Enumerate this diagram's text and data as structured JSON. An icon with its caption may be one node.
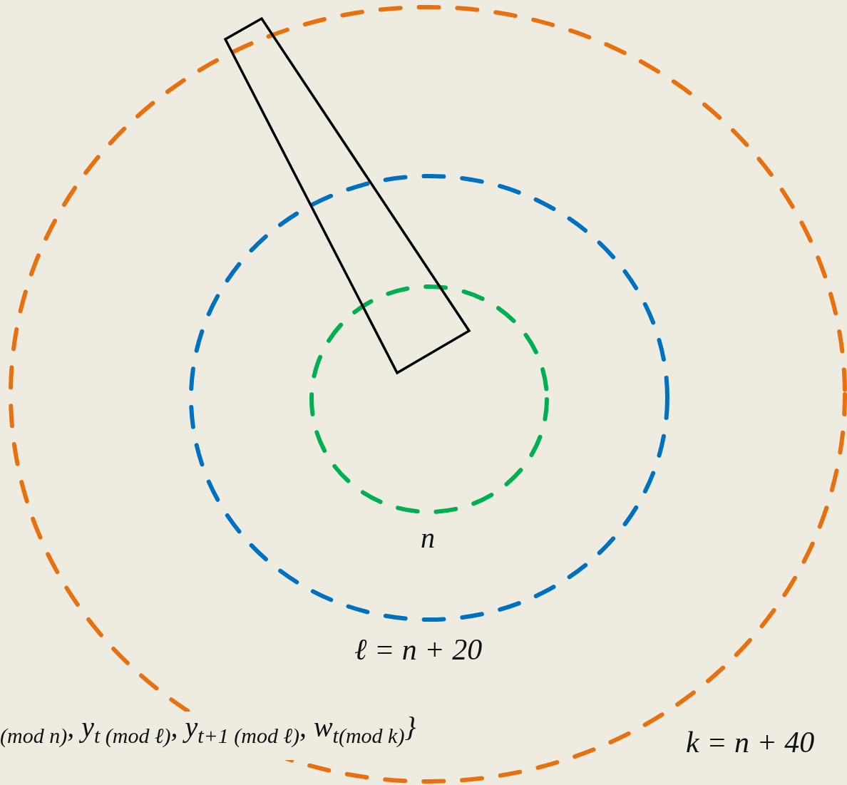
{
  "diagram": {
    "labels": [
      "n",
      "ℓ = n + 20",
      "$_{(mod n)}$, y$_{t (mod ℓ)}$, y$_{t+1 (mod ℓ)}$, w$_{t(mod k)}$}",
      "k = n + 40"
    ]
  }
}
